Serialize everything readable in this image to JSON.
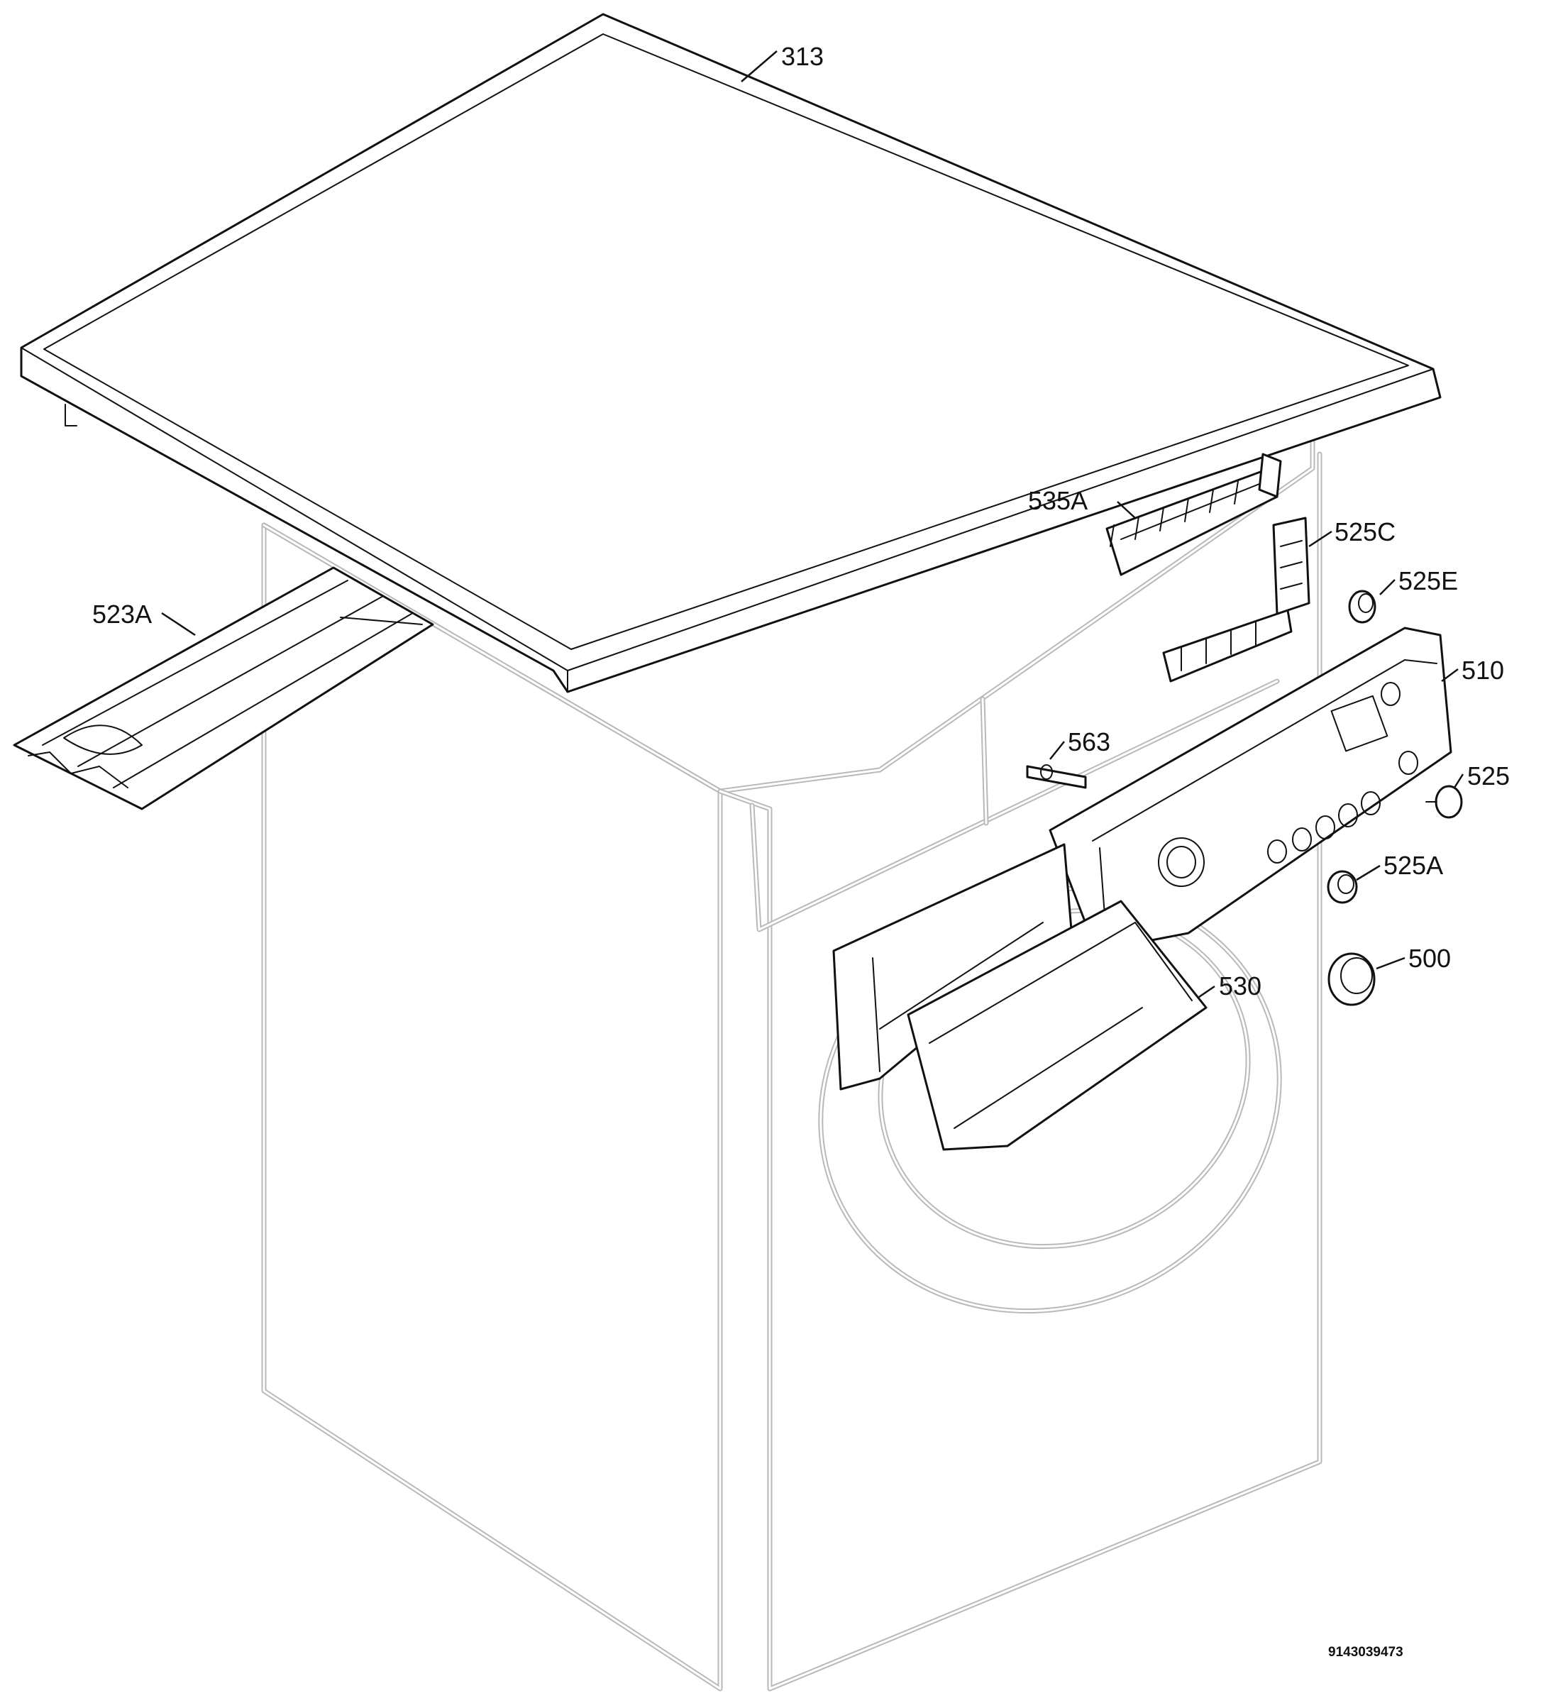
{
  "diagram_code": "9143039473",
  "callouts": [
    {
      "id": "313",
      "text": "313"
    },
    {
      "id": "535A",
      "text": "535A"
    },
    {
      "id": "525C",
      "text": "525C"
    },
    {
      "id": "525E",
      "text": "525E"
    },
    {
      "id": "523A",
      "text": "523A"
    },
    {
      "id": "510",
      "text": "510"
    },
    {
      "id": "563",
      "text": "563"
    },
    {
      "id": "525",
      "text": "525"
    },
    {
      "id": "525A",
      "text": "525A"
    },
    {
      "id": "500",
      "text": "500"
    },
    {
      "id": "530",
      "text": "530"
    }
  ]
}
